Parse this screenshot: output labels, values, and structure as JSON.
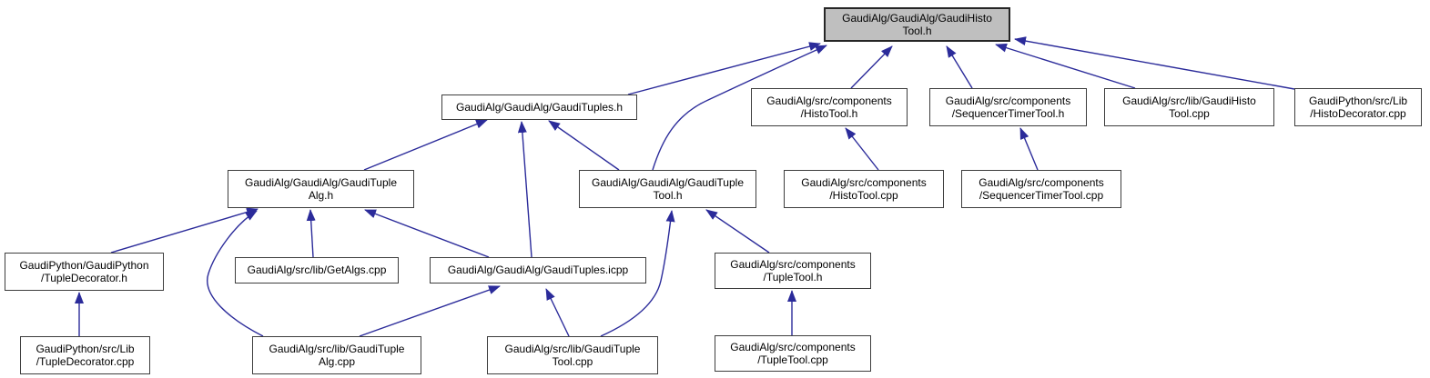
{
  "diagram": {
    "kind": "doxygen-included-by-graph",
    "root_file": "GaudiAlg/GaudiAlg/GaudiHistoTool.h"
  },
  "colors": {
    "edge": "#2b2b9a",
    "node_border": "#3d3d3d",
    "node_fill": "#ffffff",
    "highlight_fill": "#bfbfbf",
    "text": "#000000",
    "background": "#ffffff"
  },
  "nodes": [
    {
      "id": "gaudi-histo-tool-h",
      "label": "GaudiAlg/GaudiAlg/GaudiHisto\nTool.h",
      "highlighted": true
    },
    {
      "id": "gaudi-tuples-h",
      "label": "GaudiAlg/GaudiAlg/GaudiTuples.h",
      "highlighted": false
    },
    {
      "id": "histo-tool-h",
      "label": "GaudiAlg/src/components\n/HistoTool.h",
      "highlighted": false
    },
    {
      "id": "sequencer-timer-tool-h",
      "label": "GaudiAlg/src/components\n/SequencerTimerTool.h",
      "highlighted": false
    },
    {
      "id": "gaudi-histo-tool-cpp",
      "label": "GaudiAlg/src/lib/GaudiHisto\nTool.cpp",
      "highlighted": false
    },
    {
      "id": "histo-decorator-cpp",
      "label": "GaudiPython/src/Lib\n/HistoDecorator.cpp",
      "highlighted": false
    },
    {
      "id": "gaudi-tuple-alg-h",
      "label": "GaudiAlg/GaudiAlg/GaudiTuple\nAlg.h",
      "highlighted": false
    },
    {
      "id": "gaudi-tuple-tool-h",
      "label": "GaudiAlg/GaudiAlg/GaudiTuple\nTool.h",
      "highlighted": false
    },
    {
      "id": "histo-tool-cpp",
      "label": "GaudiAlg/src/components\n/HistoTool.cpp",
      "highlighted": false
    },
    {
      "id": "sequencer-timer-tool-cpp",
      "label": "GaudiAlg/src/components\n/SequencerTimerTool.cpp",
      "highlighted": false
    },
    {
      "id": "tuple-decorator-h",
      "label": "GaudiPython/GaudiPython\n/TupleDecorator.h",
      "highlighted": false
    },
    {
      "id": "get-algs-cpp",
      "label": "GaudiAlg/src/lib/GetAlgs.cpp",
      "highlighted": false
    },
    {
      "id": "gaudi-tuples-icpp",
      "label": "GaudiAlg/GaudiAlg/GaudiTuples.icpp",
      "highlighted": false
    },
    {
      "id": "tuple-tool-h",
      "label": "GaudiAlg/src/components\n/TupleTool.h",
      "highlighted": false
    },
    {
      "id": "tuple-decorator-cpp",
      "label": "GaudiPython/src/Lib\n/TupleDecorator.cpp",
      "highlighted": false
    },
    {
      "id": "gaudi-tuple-alg-cpp",
      "label": "GaudiAlg/src/lib/GaudiTuple\nAlg.cpp",
      "highlighted": false
    },
    {
      "id": "gaudi-tuple-tool-cpp",
      "label": "GaudiAlg/src/lib/GaudiTuple\nTool.cpp",
      "highlighted": false
    },
    {
      "id": "tuple-tool-cpp",
      "label": "GaudiAlg/src/components\n/TupleTool.cpp",
      "highlighted": false
    }
  ],
  "edges": [
    {
      "from": "gaudi-tuples-h",
      "to": "gaudi-histo-tool-h"
    },
    {
      "from": "gaudi-tuple-tool-h",
      "to": "gaudi-histo-tool-h"
    },
    {
      "from": "histo-tool-h",
      "to": "gaudi-histo-tool-h"
    },
    {
      "from": "sequencer-timer-tool-h",
      "to": "gaudi-histo-tool-h"
    },
    {
      "from": "gaudi-histo-tool-cpp",
      "to": "gaudi-histo-tool-h"
    },
    {
      "from": "histo-decorator-cpp",
      "to": "gaudi-histo-tool-h"
    },
    {
      "from": "gaudi-tuple-alg-h",
      "to": "gaudi-tuples-h"
    },
    {
      "from": "gaudi-tuples-icpp",
      "to": "gaudi-tuples-h"
    },
    {
      "from": "gaudi-tuple-tool-h",
      "to": "gaudi-tuples-h"
    },
    {
      "from": "tuple-decorator-h",
      "to": "gaudi-tuple-alg-h"
    },
    {
      "from": "get-algs-cpp",
      "to": "gaudi-tuple-alg-h"
    },
    {
      "from": "gaudi-tuples-icpp",
      "to": "gaudi-tuple-alg-h"
    },
    {
      "from": "gaudi-tuple-alg-cpp",
      "to": "gaudi-tuple-alg-h"
    },
    {
      "from": "tuple-decorator-cpp",
      "to": "tuple-decorator-h"
    },
    {
      "from": "gaudi-tuple-alg-cpp",
      "to": "gaudi-tuples-icpp"
    },
    {
      "from": "gaudi-tuple-tool-cpp",
      "to": "gaudi-tuples-icpp"
    },
    {
      "from": "gaudi-tuple-tool-cpp",
      "to": "gaudi-tuple-tool-h"
    },
    {
      "from": "tuple-tool-h",
      "to": "gaudi-tuple-tool-h"
    },
    {
      "from": "tuple-tool-cpp",
      "to": "tuple-tool-h"
    },
    {
      "from": "histo-tool-cpp",
      "to": "histo-tool-h"
    },
    {
      "from": "sequencer-timer-tool-cpp",
      "to": "sequencer-timer-tool-h"
    }
  ]
}
